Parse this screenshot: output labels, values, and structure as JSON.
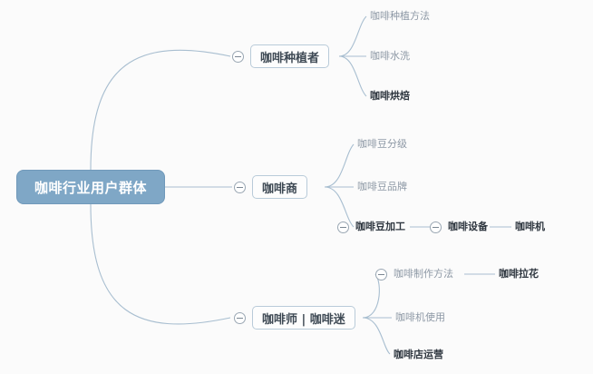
{
  "diagram": {
    "type": "mind-map",
    "background_color": "#fbfbfb",
    "link_color": "#a8bed0",
    "root_fill": "#7fa7c6",
    "root_text_color": "#ffffff",
    "branch_border": "#b9cbd9",
    "leaf_color": "#8d98a5",
    "leaf_bold_color": "#2f3740",
    "root": {
      "label": "咖啡行业用户群体"
    },
    "branches": [
      {
        "label": "咖啡种植者",
        "collapsible": true,
        "children": [
          {
            "label": "咖啡种植方法",
            "bold": false
          },
          {
            "label": "咖啡水洗",
            "bold": false
          },
          {
            "label": "咖啡烘焙",
            "bold": true
          }
        ]
      },
      {
        "label": "咖啡商",
        "collapsible": true,
        "children": [
          {
            "label": "咖啡豆分级",
            "bold": false
          },
          {
            "label": "咖啡豆品牌",
            "bold": false
          },
          {
            "label": "咖啡豆加工",
            "bold": true,
            "collapsible": true,
            "children": [
              {
                "label": "咖啡设备",
                "bold": true,
                "collapsible": true,
                "children": [
                  {
                    "label": "咖啡机",
                    "bold": true
                  }
                ]
              }
            ]
          }
        ]
      },
      {
        "label": "咖啡师 | 咖啡迷",
        "collapsible": true,
        "children": [
          {
            "label": "咖啡制作方法",
            "bold": false,
            "collapsible": true,
            "children": [
              {
                "label": "咖啡拉花",
                "bold": true
              }
            ]
          },
          {
            "label": "咖啡机使用",
            "bold": false
          },
          {
            "label": "咖啡店运营",
            "bold": true
          }
        ]
      }
    ]
  }
}
